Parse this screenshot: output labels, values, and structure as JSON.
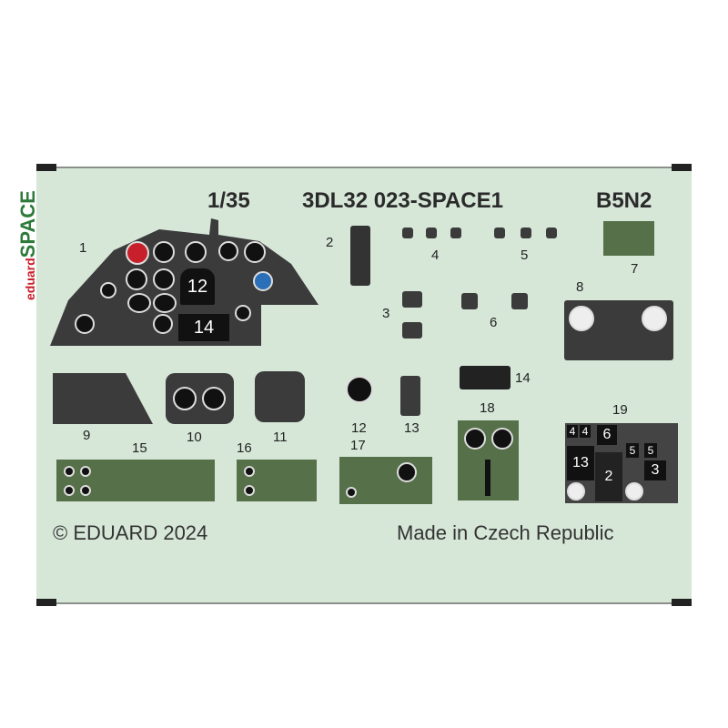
{
  "header": {
    "scale": "1/35",
    "product_code": "3DL32 023-SPACE1",
    "aircraft": "B5N2"
  },
  "logo": {
    "brand": "eduard",
    "product": "SPACE"
  },
  "part_numbers": [
    "1",
    "2",
    "3",
    "4",
    "5",
    "6",
    "7",
    "8",
    "9",
    "10",
    "11",
    "12",
    "13",
    "14",
    "15",
    "16",
    "17",
    "18",
    "19"
  ],
  "panel_labels": {
    "p1_a": "12",
    "p1_b": "14",
    "p19": [
      "4",
      "4",
      "6",
      "13",
      "2",
      "5",
      "5",
      "3"
    ]
  },
  "footer": {
    "copyright": "© EDUARD 2024",
    "origin": "Made in Czech Republic"
  },
  "colors": {
    "sheet": "#d6e7d8",
    "panel": "#3b3b3b",
    "green_panel": "#56704a",
    "accent_red": "#c8202a"
  }
}
